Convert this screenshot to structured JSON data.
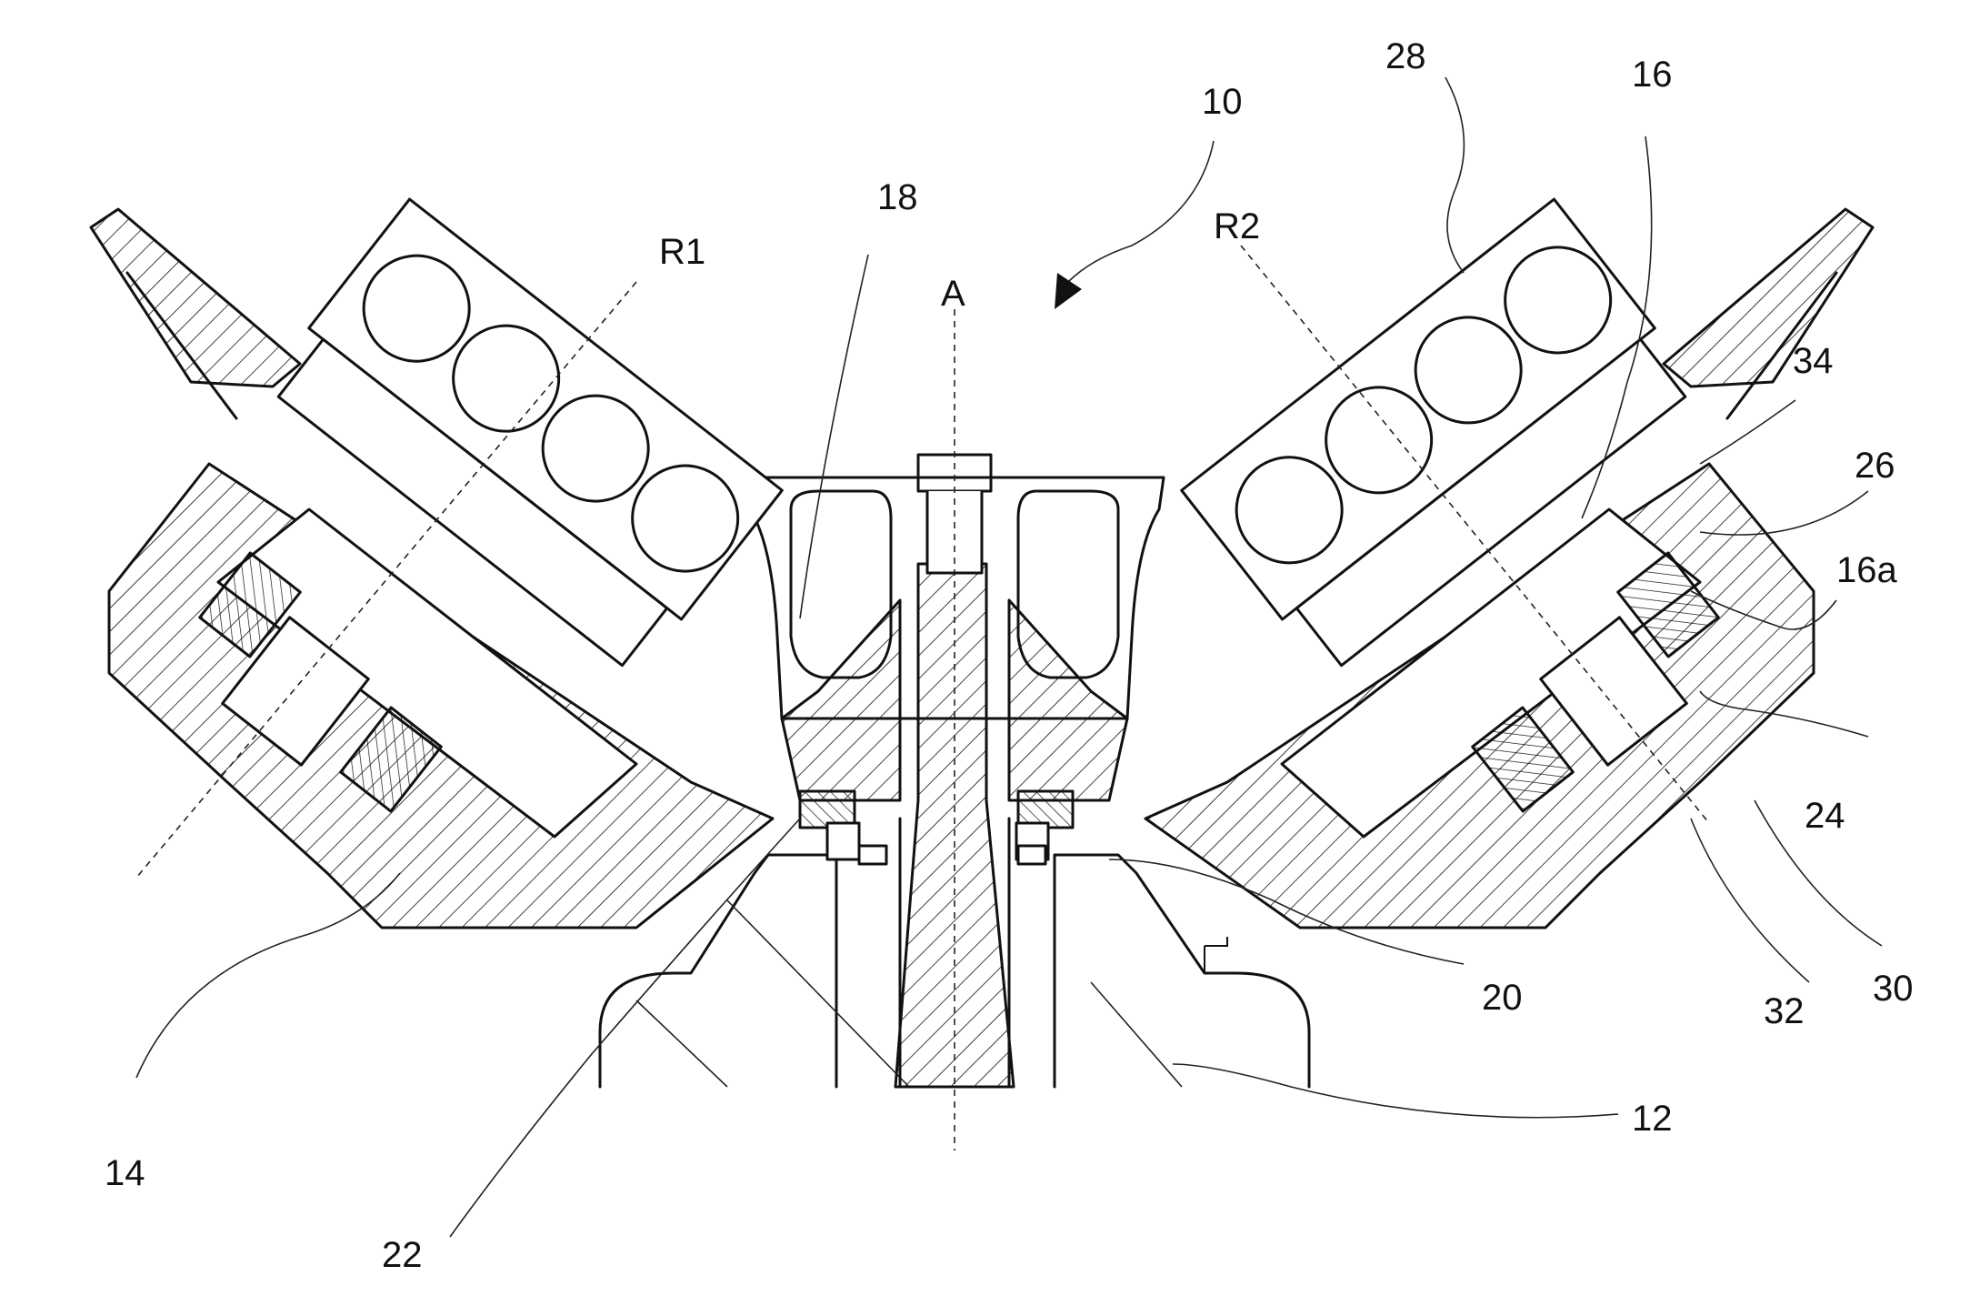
{
  "figure": {
    "labels": {
      "assembly": "10",
      "base": "12",
      "rotor": "14",
      "holder": "16",
      "holder_part": "16a",
      "hub": "18",
      "seal": "20",
      "nut": "22",
      "bearing_outer": "24",
      "bearing_inner": "26",
      "tube_rack": "28",
      "ring": "30",
      "cover": "32",
      "clip": "34",
      "axis_A": "A",
      "axis_R1": "R1",
      "axis_R2": "R2"
    }
  }
}
